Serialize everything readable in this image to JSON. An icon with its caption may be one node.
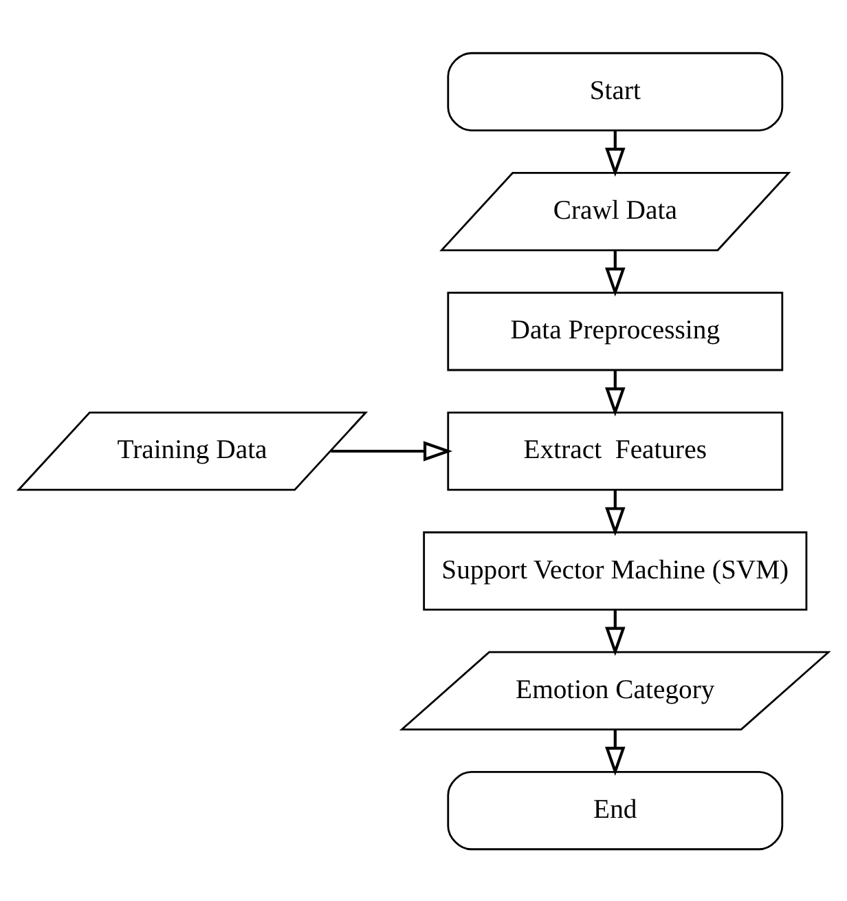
{
  "diagram": {
    "nodes": [
      {
        "text": [
          "Start"
        ]
      },
      {
        "text": [
          "Crawl Data"
        ]
      },
      {
        "text": [
          "Data Preprocessing"
        ]
      },
      {
        "text": [
          "Extract  Features"
        ]
      },
      {
        "text": [
          "Training Data"
        ]
      },
      {
        "text": [
          "Support Vector Machine (SVM)"
        ]
      },
      {
        "text": [
          "Emotion Category"
        ]
      },
      {
        "text": [
          "End"
        ]
      }
    ],
    "edges": [
      {
        "from": 0,
        "to": 1,
        "arrow": "to"
      },
      {
        "from": 1,
        "to": 2,
        "arrow": "to"
      },
      {
        "from": 2,
        "to": 3,
        "arrow": "to"
      },
      {
        "from": 4,
        "to": 3,
        "arrow": "to"
      },
      {
        "from": 3,
        "to": 5,
        "arrow": "to"
      },
      {
        "from": 5,
        "to": 6,
        "arrow": "to"
      },
      {
        "from": 6,
        "to": 7,
        "arrow": "to"
      }
    ]
  }
}
